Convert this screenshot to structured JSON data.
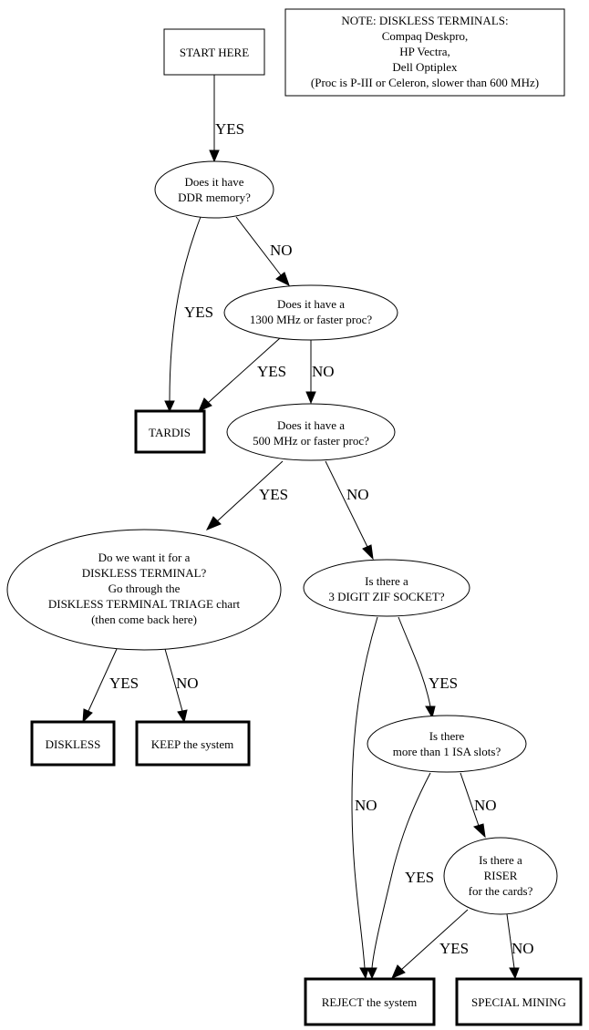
{
  "diagram": {
    "type": "flowchart",
    "note": {
      "lines": [
        "NOTE: DISKLESS TERMINALS:",
        "Compaq Deskpro,",
        "HP Vectra,",
        "Dell Optiplex",
        "(Proc is P-III or Celeron, slower than 600 MHz)"
      ]
    },
    "nodes": [
      {
        "id": "start",
        "shape": "box",
        "lines": [
          "START HERE"
        ]
      },
      {
        "id": "ddr",
        "shape": "ellipse",
        "lines": [
          "Does it have",
          "DDR memory?"
        ]
      },
      {
        "id": "mhz1300",
        "shape": "ellipse",
        "lines": [
          "Does it have a",
          "1300 MHz or faster proc?"
        ]
      },
      {
        "id": "tardis",
        "shape": "terminal",
        "lines": [
          "TARDIS"
        ]
      },
      {
        "id": "mhz500",
        "shape": "ellipse",
        "lines": [
          "Does it have a",
          "500 MHz or faster proc?"
        ]
      },
      {
        "id": "diskless_q",
        "shape": "ellipse",
        "lines": [
          "Do we want it for a",
          "DISKLESS TERMINAL?",
          "Go through the",
          "DISKLESS TERMINAL TRIAGE chart",
          "(then come back here)"
        ]
      },
      {
        "id": "zif",
        "shape": "ellipse",
        "lines": [
          "Is there a",
          "3 DIGIT ZIF SOCKET?"
        ]
      },
      {
        "id": "diskless",
        "shape": "terminal",
        "lines": [
          "DISKLESS"
        ]
      },
      {
        "id": "keep",
        "shape": "terminal",
        "lines": [
          "KEEP the system"
        ]
      },
      {
        "id": "isa",
        "shape": "ellipse",
        "lines": [
          "Is there",
          "more than 1 ISA slots?"
        ]
      },
      {
        "id": "riser",
        "shape": "ellipse",
        "lines": [
          "Is there a",
          "RISER",
          "for the cards?"
        ]
      },
      {
        "id": "reject",
        "shape": "terminal",
        "lines": [
          "REJECT the system"
        ]
      },
      {
        "id": "special",
        "shape": "terminal",
        "lines": [
          "SPECIAL MINING"
        ]
      }
    ],
    "edges": [
      {
        "from": "start",
        "to": "ddr",
        "label": "YES"
      },
      {
        "from": "ddr",
        "to": "tardis",
        "label": "YES"
      },
      {
        "from": "ddr",
        "to": "mhz1300",
        "label": "NO"
      },
      {
        "from": "mhz1300",
        "to": "tardis",
        "label": "YES"
      },
      {
        "from": "mhz1300",
        "to": "mhz500",
        "label": "NO"
      },
      {
        "from": "mhz500",
        "to": "diskless_q",
        "label": "YES"
      },
      {
        "from": "mhz500",
        "to": "zif",
        "label": "NO"
      },
      {
        "from": "diskless_q",
        "to": "diskless",
        "label": "YES"
      },
      {
        "from": "diskless_q",
        "to": "keep",
        "label": "NO"
      },
      {
        "from": "zif",
        "to": "isa",
        "label": "YES"
      },
      {
        "from": "zif",
        "to": "reject",
        "label": "NO"
      },
      {
        "from": "isa",
        "to": "reject",
        "label": "YES"
      },
      {
        "from": "isa",
        "to": "riser",
        "label": "NO"
      },
      {
        "from": "riser",
        "to": "reject",
        "label": "YES"
      },
      {
        "from": "riser",
        "to": "special",
        "label": "NO"
      }
    ]
  }
}
